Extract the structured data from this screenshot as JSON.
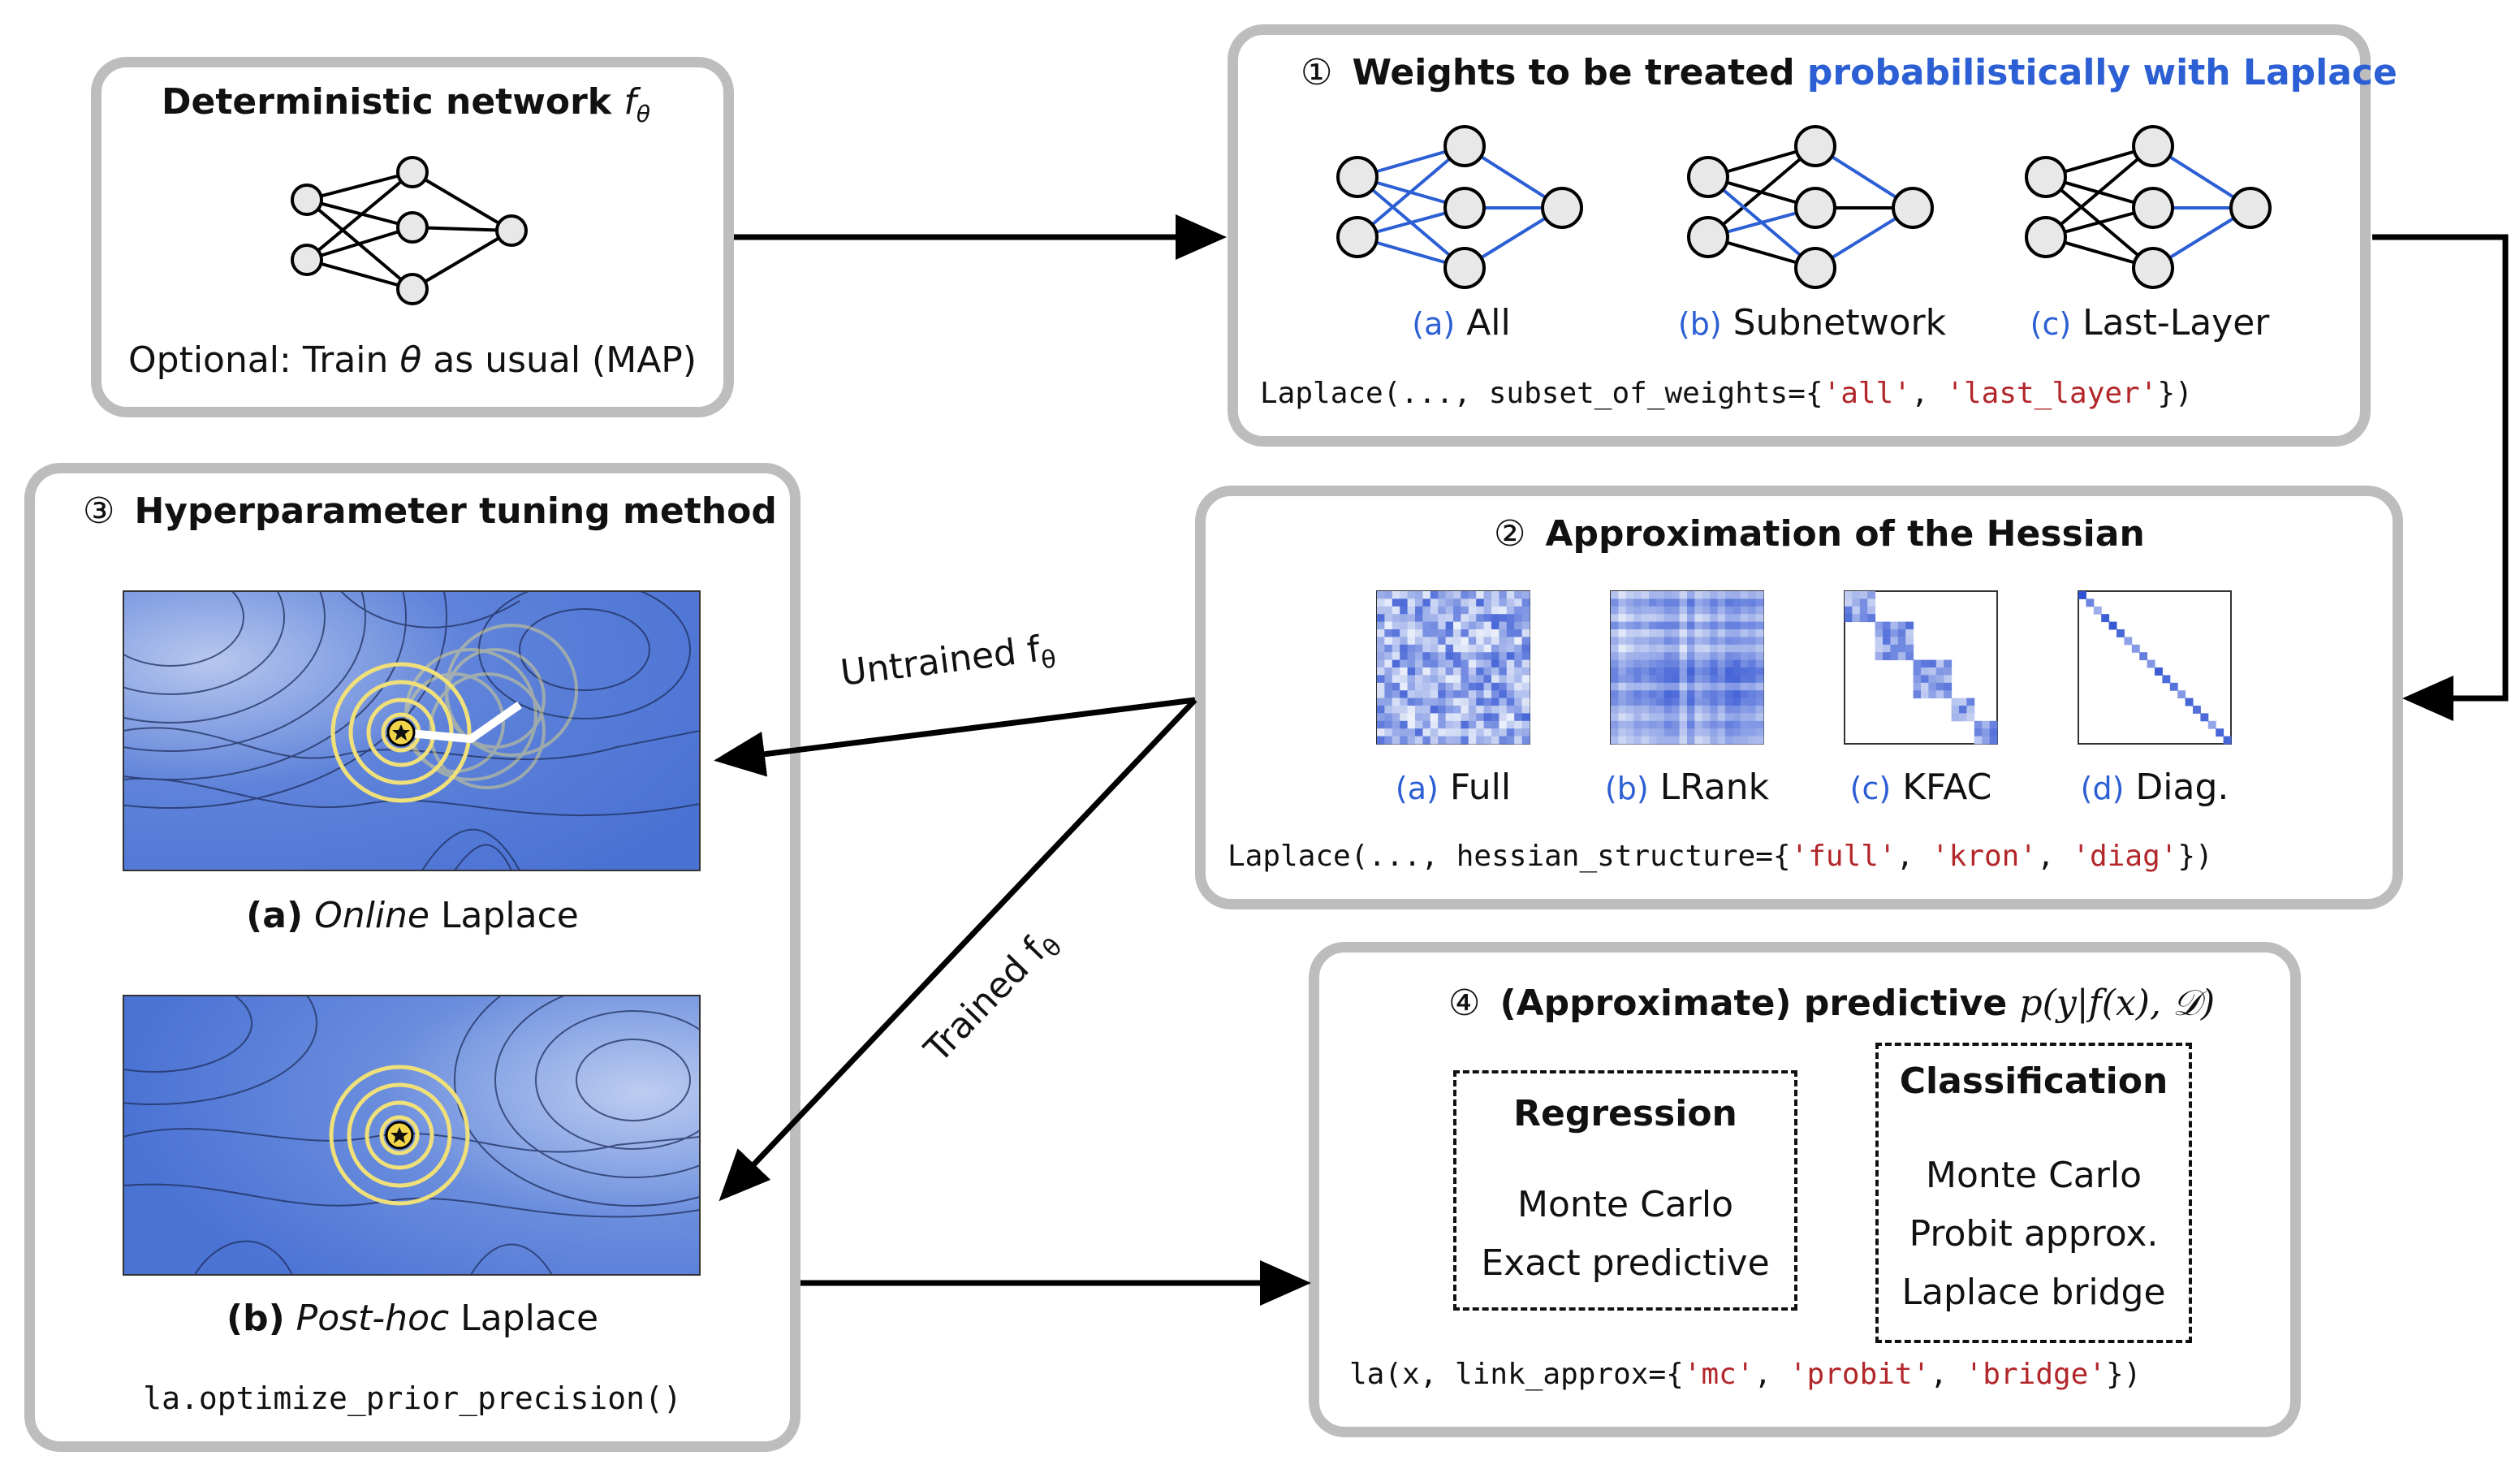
{
  "det": {
    "title": "Deterministic network ",
    "ftheta": "f",
    "sub": "θ",
    "footer_pre": "Optional: Train ",
    "footer_theta": "θ",
    "footer_post": " as usual (MAP)"
  },
  "step1": {
    "num": "①",
    "title_black": "Weights to be treated ",
    "title_blue": "probabilistically with Laplace",
    "labels": [
      {
        "tag": "(a)",
        "name": "All"
      },
      {
        "tag": "(b)",
        "name": "Subnetwork"
      },
      {
        "tag": "(c)",
        "name": "Last-Layer"
      }
    ],
    "code": {
      "pre": "Laplace(..., subset_of_weights={",
      "s1": "'all'",
      "sep": ", ",
      "s2": "'last_layer'",
      "post": "})"
    }
  },
  "step2": {
    "num": "②",
    "title": "Approximation of the Hessian",
    "labels": [
      {
        "tag": "(a)",
        "name": "Full"
      },
      {
        "tag": "(b)",
        "name": "LRank"
      },
      {
        "tag": "(c)",
        "name": "KFAC"
      },
      {
        "tag": "(d)",
        "name": "Diag."
      }
    ],
    "code": {
      "pre": "Laplace(..., hessian_structure={",
      "s1": "'full'",
      "sep1": ", ",
      "s2": "'kron'",
      "sep2": ", ",
      "s3": "'diag'",
      "post": "})"
    }
  },
  "step3": {
    "num": "③",
    "title": "Hyperparameter tuning method",
    "a": {
      "tag": "(a)",
      "italic": "Online",
      "rest": " Laplace"
    },
    "b": {
      "tag": "(b)",
      "italic": "Post-hoc",
      "rest": " Laplace"
    },
    "code": "la.optimize_prior_precision()"
  },
  "step4": {
    "num": "④",
    "title": "(Approximate) predictive ",
    "formula": "p(y|f(x), 𝒟)",
    "regression": {
      "title": "Regression",
      "items": [
        "Monte Carlo",
        "Exact predictive"
      ]
    },
    "classification": {
      "title": "Classification",
      "items": [
        "Monte Carlo",
        "Probit approx.",
        "Laplace bridge"
      ]
    },
    "code": {
      "pre": "la(x, link_approx={",
      "s1": "'mc'",
      "sep1": ", ",
      "s2": "'probit'",
      "sep2": ", ",
      "s3": "'bridge'",
      "post": "})"
    }
  },
  "arrows": {
    "untrained": "Untrained f",
    "trained": "Trained f",
    "sub": "θ"
  },
  "colors": {
    "accent_blue": "#2c5fd4",
    "code_red": "#b3262a",
    "box_border": "#bdbdbd",
    "contour_fill": "#5b7fd8",
    "ring_yellow": "#f0e07a"
  }
}
